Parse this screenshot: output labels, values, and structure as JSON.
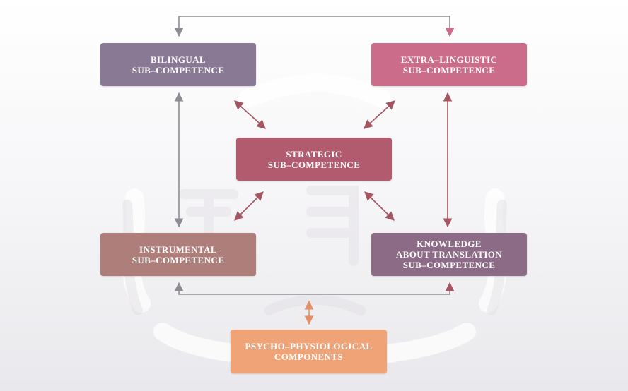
{
  "colors": {
    "bilingual": "#8a7995",
    "extra_linguistic": "#cc6c8b",
    "strategic": "#b25b6e",
    "instrumental": "#ae7e7b",
    "knowledge": "#8c6b86",
    "psycho": "#f0a376",
    "arrow_grey": "#8f8b93",
    "arrow_red": "#a55561",
    "arrow_orange": "#e39066"
  },
  "nodes": {
    "bilingual": {
      "line1": "BILINGUAL",
      "line2": "SUB–COMPETENCE"
    },
    "extra_linguistic": {
      "line1": "EXTRA–LINGUISTIC",
      "line2": "SUB–COMPETENCE"
    },
    "strategic": {
      "line1": "STRATEGIC",
      "line2": "SUB–COMPETENCE"
    },
    "instrumental": {
      "line1": "INSTRUMENTAL",
      "line2": "SUB–COMPETENCE"
    },
    "knowledge": {
      "line1": "KNOWLEDGE",
      "line2": "ABOUT TRANSLATION",
      "line3": "SUB–COMPETENCE"
    },
    "psycho": {
      "line1": "PSYCHO–PHYSIOLOGICAL",
      "line2": "COMPONENTS"
    }
  }
}
